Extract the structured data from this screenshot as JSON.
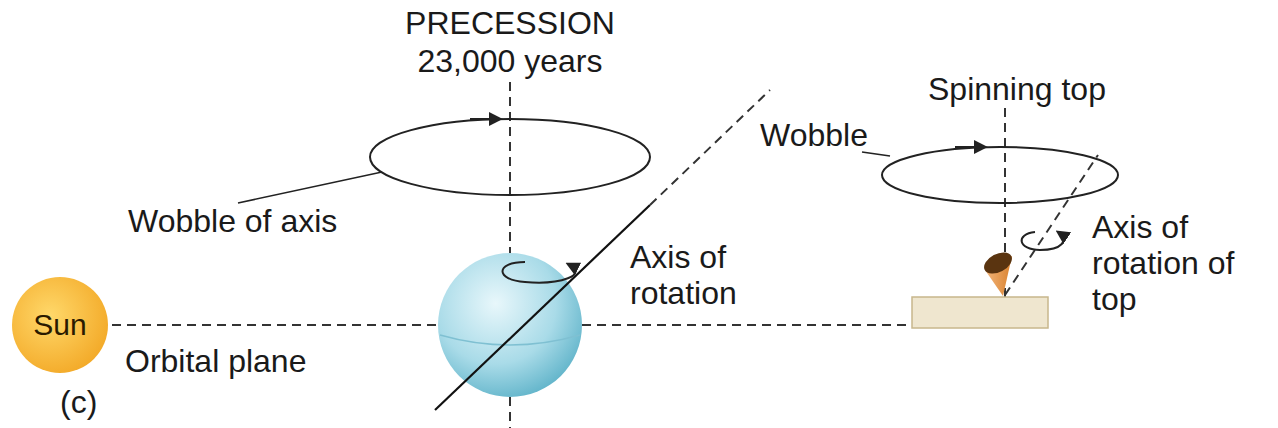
{
  "diagram": {
    "nodes": [
      {
        "text": [
          "Sun"
        ]
      }
    ],
    "labels": [
      "PRECESSION",
      "23,000 years",
      "Wobble of axis",
      "Axis of rotation",
      "Orbital plane",
      "(c)",
      "Spinning top",
      "Wobble",
      "Axis of rotation of top"
    ]
  }
}
